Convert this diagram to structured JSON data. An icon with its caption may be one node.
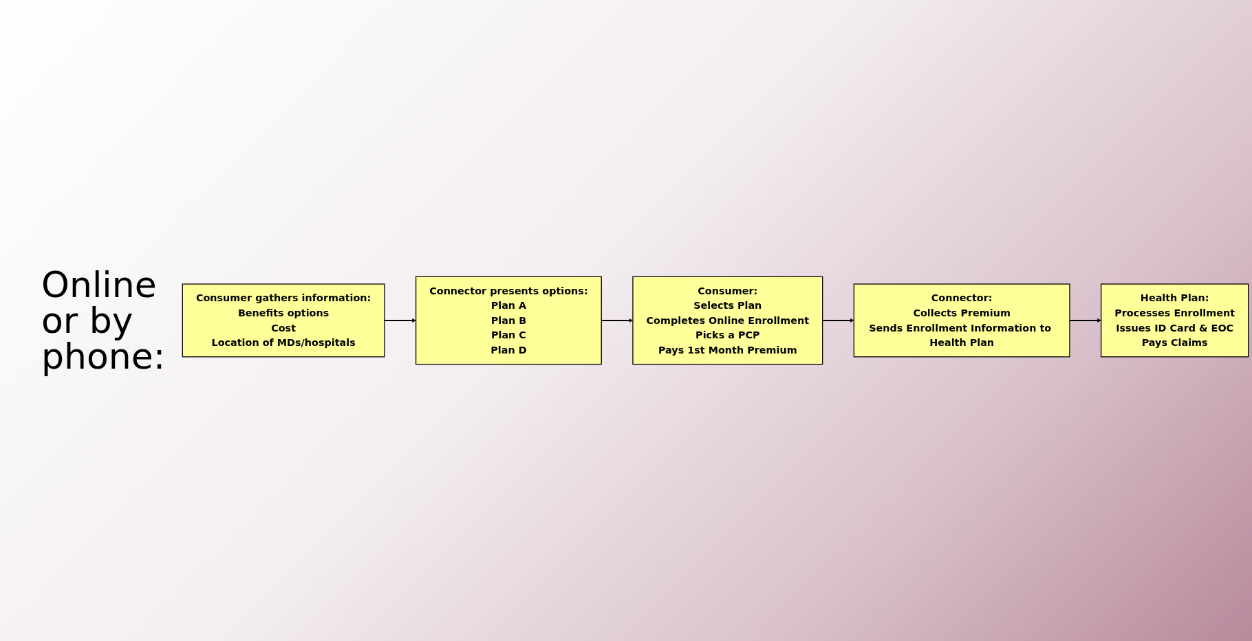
{
  "diagram": {
    "nodes": [
      {
        "text": [
          "Consumer gathers information:",
          "Benefits options",
          "Cost",
          "Location of MDs/hospitals"
        ]
      },
      {
        "text": [
          "Connector presents options:",
          "Plan A",
          "Plan B",
          "Plan C",
          "Plan D"
        ]
      },
      {
        "text": [
          "Consumer:",
          "Selects Plan",
          "Completes Online Enrollment",
          "Picks a PCP",
          "Pays 1st Month Premium"
        ]
      },
      {
        "text": [
          "Connector:",
          "Collects Premium",
          "Sends Enrollment Information to Health Plan"
        ]
      },
      {
        "text": [
          "Health Plan:",
          "Processes Enrollment",
          "Issues ID Card & EOC",
          "Pays Claims"
        ]
      }
    ],
    "edges": [
      {
        "from": 0,
        "to": 1,
        "arrow": "to"
      },
      {
        "from": 1,
        "to": 2,
        "arrow": "to"
      },
      {
        "from": 2,
        "to": 3,
        "arrow": "to"
      },
      {
        "from": 3,
        "to": 4,
        "arrow": "to"
      }
    ],
    "labels": [
      "Online or by phone:"
    ]
  }
}
